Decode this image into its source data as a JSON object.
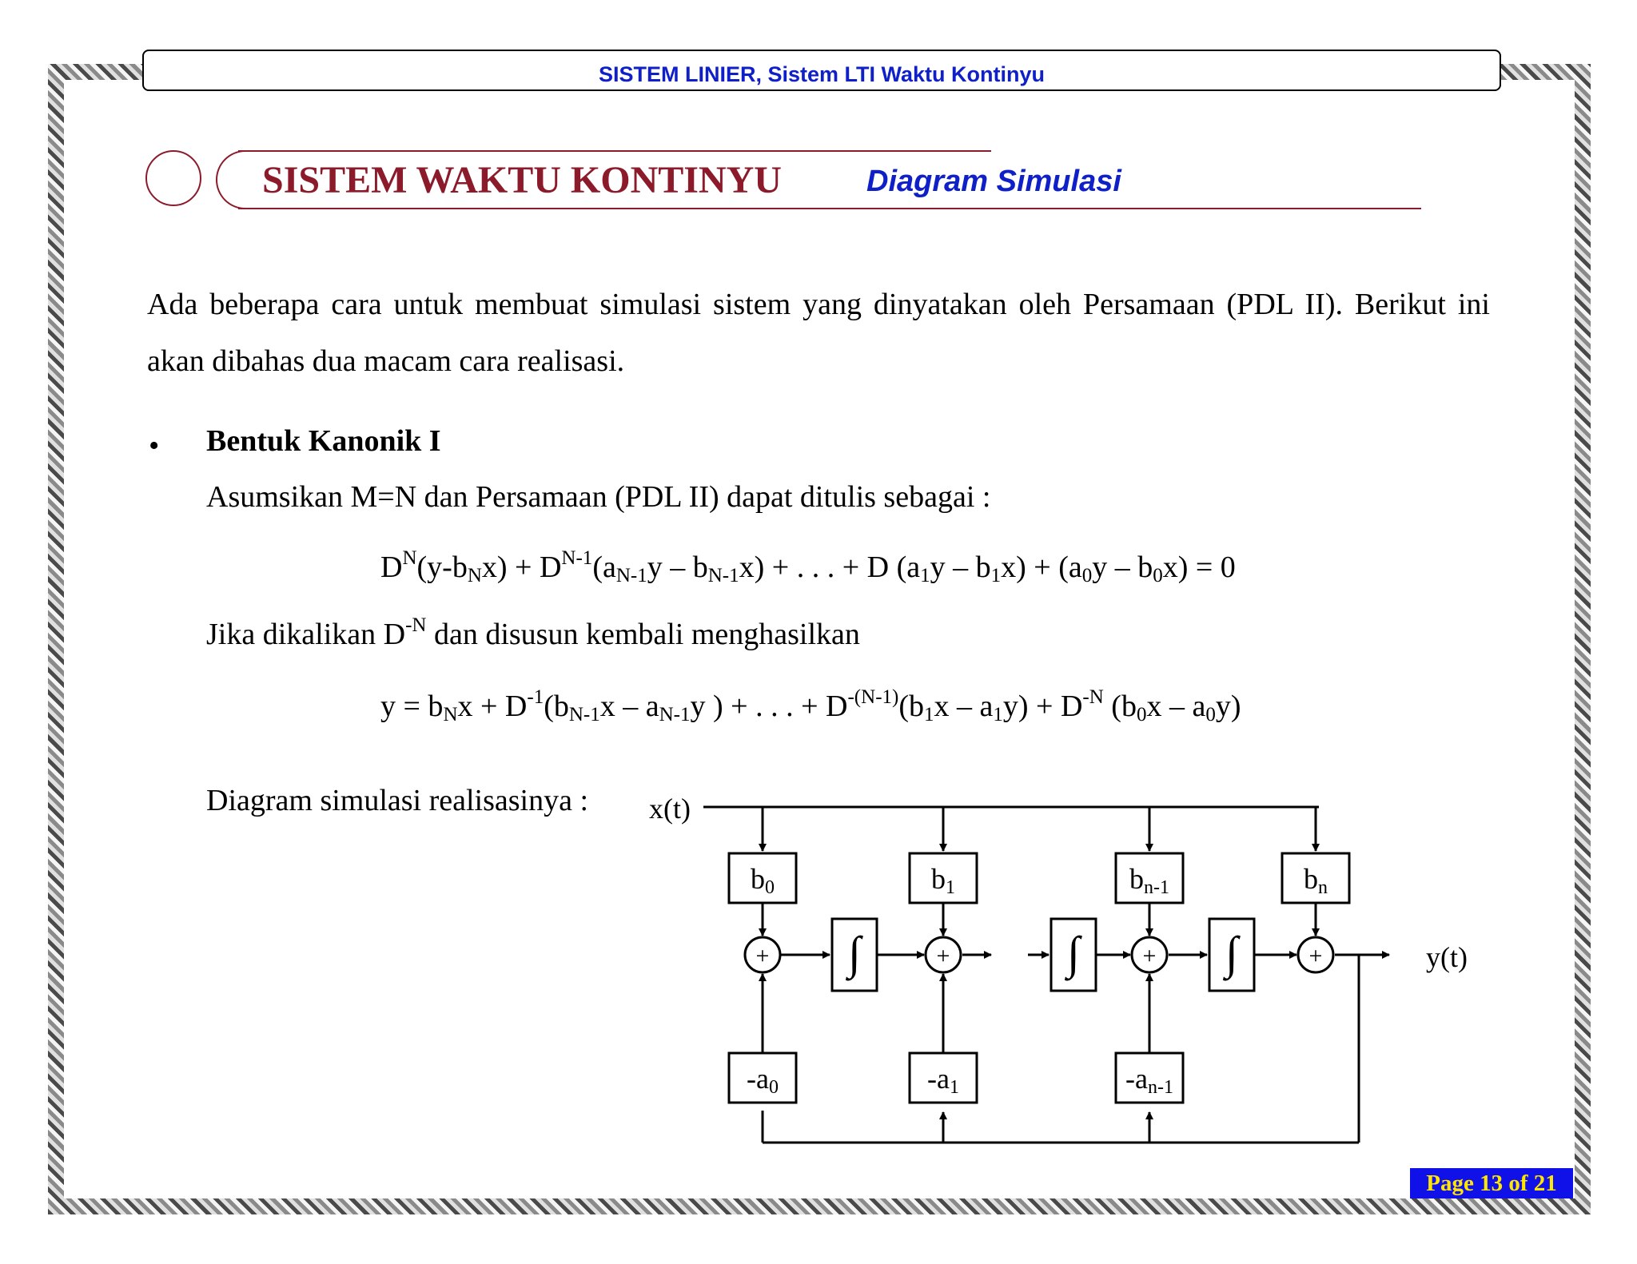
{
  "header": {
    "title": "SISTEM LINIER, Sistem LTI Waktu Kontinyu"
  },
  "section": {
    "title": "SISTEM WAKTU KONTINYU",
    "subtitle": "Diagram Simulasi"
  },
  "intro": "Ada beberapa cara untuk membuat simulasi sistem yang dinyatakan oleh Persamaan (PDL II). Berikut ini akan dibahas dua macam cara realisasi.",
  "bullet": {
    "marker": "•",
    "heading": "Bentuk Kanonik I",
    "assume": "Asumsikan M=N dan Persamaan (PDL II) dapat ditulis sebagai :",
    "equation1": {
      "p1": "D",
      "p1sup": "N",
      "p2": "(y-b",
      "p2sub": "N",
      "p3": "x) + D",
      "p3sup": "N-1",
      "p4": "(a",
      "p4sub": "N-1",
      "p5": "y – b",
      "p5sub": "N-1",
      "p6": "x) + . . . + D (a",
      "p6sub": "1",
      "p7": "y – b",
      "p7sub": "1",
      "p8": "x) + (a",
      "p8sub": "0",
      "p9": "y – b",
      "p9sub": "0",
      "p10": "x) = 0"
    },
    "multiply": {
      "p1": "Jika dikalikan D",
      "p1sup": "-N",
      "p2": " dan disusun kembali menghasilkan"
    },
    "equation2": {
      "p1": "y = b",
      "p1sub": "N",
      "p2": "x + D",
      "p2sup": "-1",
      "p3": "(b",
      "p3sub": "N-1",
      "p4": "x – a",
      "p4sub": "N-1",
      "p5": "y ) + . . . + D",
      "p5sup": "-(N-1)",
      "p6": "(b",
      "p6sub": "1",
      "p7": "x – a",
      "p7sub": "1",
      "p8": "y) + D",
      "p8sup": "-N",
      "p9": " (b",
      "p9sub": "0",
      "p10": "x – a",
      "p10sub": "0",
      "p11": "y)"
    },
    "diagram_label": "Diagram simulasi realisasinya :"
  },
  "diagram": {
    "input": "x(t)",
    "output": "y(t)",
    "sum_symbol": "+",
    "integrator_symbol": "∫",
    "b_gains": [
      {
        "base": "b",
        "sub": "0"
      },
      {
        "base": "b",
        "sub": "1"
      },
      {
        "base": "b",
        "sub": "n-1"
      },
      {
        "base": "b",
        "sub": "n"
      }
    ],
    "a_gains": [
      {
        "base": "-a",
        "sub": "0"
      },
      {
        "base": "-a",
        "sub": "1"
      },
      {
        "base": "-a",
        "sub": "n-1"
      }
    ]
  },
  "footer": {
    "page": "Page 13 of 21"
  }
}
